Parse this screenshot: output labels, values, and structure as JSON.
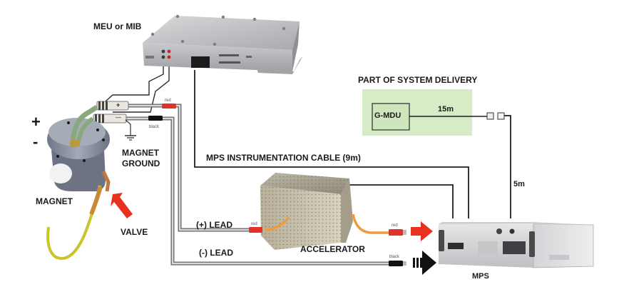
{
  "diagram": {
    "components": {
      "meu": "MEU or MIB",
      "magnet": "MAGNET",
      "magnet_ground": [
        "MAGNET",
        "GROUND"
      ],
      "valve": "VALVE",
      "accelerator": "ACCELERATOR",
      "mps": "MPS",
      "gmdu": "G-MDU"
    },
    "polarity": {
      "plus": "+",
      "minus": "-"
    },
    "system_delivery": {
      "title": "PART OF SYSTEM DELIVERY",
      "cable_length": "15m",
      "background_color": "#d6ebc6"
    },
    "cables": {
      "instrumentation": "MPS INSTRUMENTATION CABLE (9m)",
      "gmdu_to_mps": "5m",
      "plus_lead": "(+) LEAD",
      "minus_lead": "(-) LEAD"
    },
    "connector_tags": {
      "red": "red",
      "black": "black",
      "plus_mark": "+",
      "minus_mark": "—"
    },
    "colors": {
      "lead_red": "#e0322a",
      "arrow_red": "#e8321f",
      "lead_black": "#111111",
      "orange_cable": "#f09a3a",
      "ground_cable": "#c8c628"
    }
  }
}
